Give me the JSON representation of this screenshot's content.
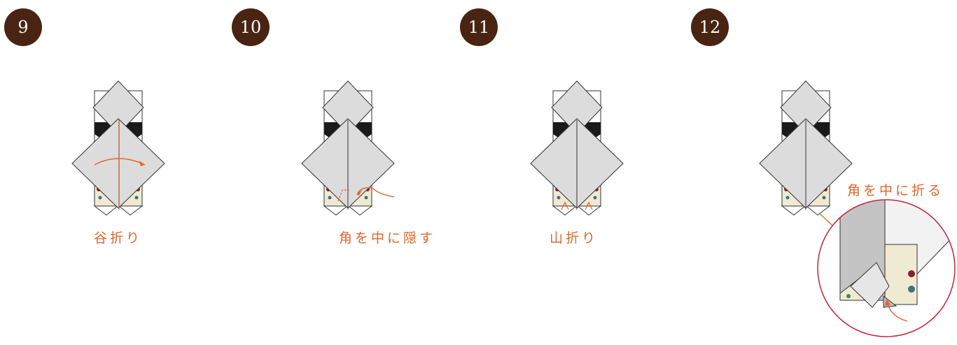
{
  "steps": [
    {
      "number": "9",
      "caption": "谷折り"
    },
    {
      "number": "10",
      "caption": "角を中に隠す"
    },
    {
      "number": "11",
      "caption": "山折り"
    },
    {
      "number": "12",
      "caption": "角を中に折る"
    }
  ],
  "colors": {
    "badge": "#4a2412",
    "accent": "#e0662a",
    "paper_gray": "#dcdcdc",
    "paper_dark": "#1a1a1a",
    "pattern_cream": "#f0ead3",
    "magnifier_ring": "#c0283a"
  }
}
